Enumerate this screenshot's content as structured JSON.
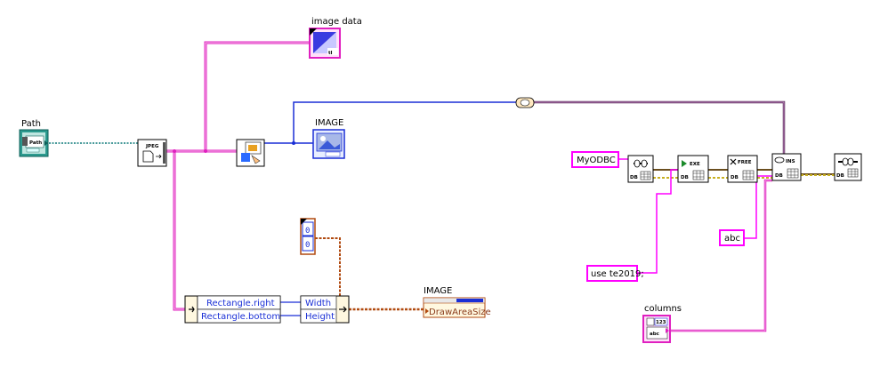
{
  "labels": {
    "path": "Path",
    "image_data": "image data",
    "image_top": "IMAGE",
    "image_bottom": "IMAGE",
    "columns": "columns"
  },
  "constants": {
    "myodbc": "MyODBC",
    "abc": "abc",
    "use_db": "use te2019;"
  },
  "numeric_array": [
    "0",
    "0"
  ],
  "unbundle": {
    "items": [
      "Rectangle.right",
      "Rectangle.bottom"
    ]
  },
  "bundle": {
    "items": [
      "Width",
      "Height"
    ]
  },
  "property_node": {
    "property": "DrawAreaSize"
  },
  "icons": {
    "jpeg": "JPEG",
    "exe": "EXE",
    "free": "FREE",
    "ins": "INS",
    "db": "DB",
    "path_terminal": "Path",
    "columns_num": "123"
  },
  "colors": {
    "path_wire": "#0e7a7a",
    "cluster_wire": "#e020c0",
    "picture_wire": "#1a2fd6",
    "numeric_wire": "#b04a10",
    "db_wire_1": "#6a4e1e",
    "db_wire_2": "#c8b020",
    "string_wire": "#ff00ff"
  }
}
